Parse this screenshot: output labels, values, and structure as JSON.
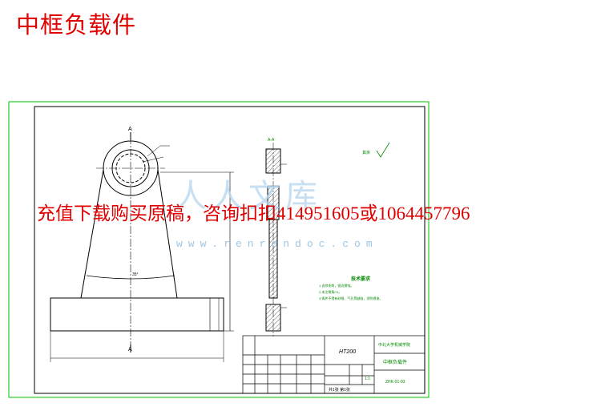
{
  "page_title": "中框负载件",
  "promo_text": "充值下载购买原稿，咨询扣扣414951605或1064457796",
  "watermark": {
    "url_text": "www.renrendoc.com",
    "logo_text": "人人文库"
  },
  "drawing": {
    "section_mark": "A",
    "section_label": "A-A",
    "angle_label": "35°",
    "material": "HT200",
    "school": "中北大学机械学院",
    "part_name": "中框负载件",
    "drawing_no": "ZHK-01-03",
    "scale": "1:1",
    "sheet": "共1张 第1张",
    "tech_req_title": "技术要求",
    "tech_req_items": [
      "1.去除毛刺，锐边倒钝。",
      "2.未注倒角C1。",
      "3.铸件不得有砂眼、气孔等缺陷，涂防锈漆。"
    ],
    "roughness_symbol": "其余"
  },
  "colors": {
    "frame": "#00c000",
    "line": "#000000",
    "red_text": "#e00000",
    "watermark": "#9ec6e4"
  }
}
